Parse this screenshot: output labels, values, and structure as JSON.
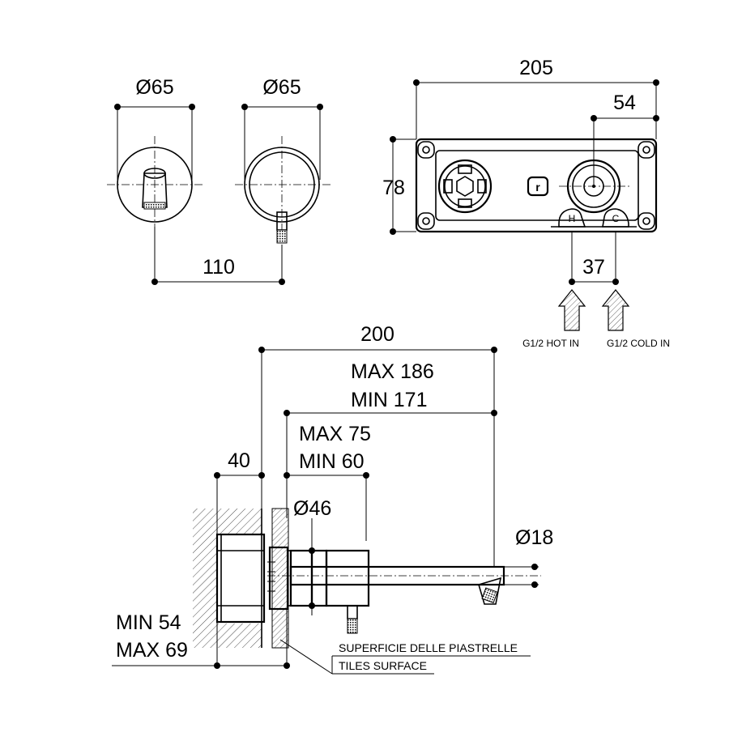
{
  "dimensions": {
    "dia65_a": "Ø65",
    "dia65_b": "Ø65",
    "len_110": "110",
    "len_205": "205",
    "len_54": "54",
    "len_78": "78",
    "len_37": "37",
    "len_200": "200",
    "max_186": "MAX 186",
    "min_171": "MIN 171",
    "max_75": "MAX 75",
    "min_60": "MIN 60",
    "len_40": "40",
    "dia46": "Ø46",
    "dia18": "Ø18",
    "min_54": "MIN 54",
    "max_69": "MAX 69"
  },
  "labels": {
    "hot_in": "G1/2 HOT IN",
    "cold_in": "G1/2 COLD IN",
    "hot_letter": "H",
    "cold_letter": "C",
    "tiles_it": "SUPERFICIE DELLE PIASTRELLE",
    "tiles_en": "TILES SURFACE"
  }
}
